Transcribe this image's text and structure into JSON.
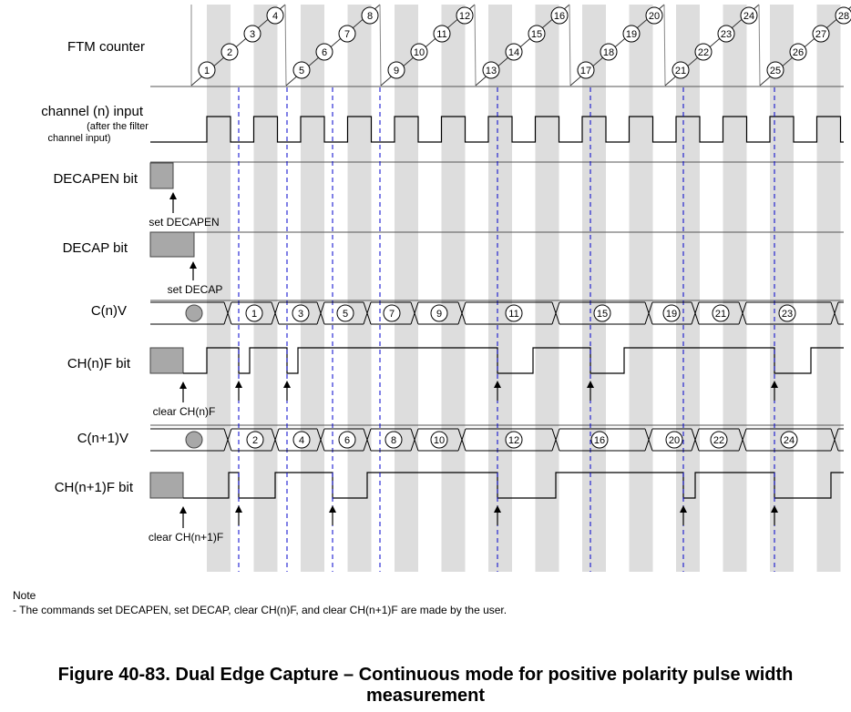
{
  "figure": {
    "caption_line1": "Figure 40-83. Dual Edge Capture – Continuous mode for positive polarity pulse width",
    "caption_line2": "measurement"
  },
  "signals": {
    "ftm_counter": "FTM counter",
    "channel_input": "channel (n) input",
    "channel_input_sub1": "(after the filter",
    "channel_input_sub2": "channel input)",
    "decapen": "DECAPEN bit",
    "decap": "DECAP bit",
    "cnv": "C(n)V",
    "chnf": "CH(n)F bit",
    "cn1v": "C(n+1)V",
    "chn1f": "CH(n+1)F bit"
  },
  "commands": {
    "set_decapen": "set DECAPEN",
    "set_decap": "set DECAP",
    "clear_chnf": "clear CH(n)F",
    "clear_chn1f": "clear CH(n+1)F"
  },
  "counter_values": [
    "1",
    "2",
    "3",
    "4",
    "5",
    "6",
    "7",
    "8",
    "9",
    "10",
    "11",
    "12",
    "13",
    "14",
    "15",
    "16",
    "17",
    "18",
    "19",
    "20",
    "21",
    "22",
    "23",
    "24",
    "25",
    "26",
    "27",
    "28"
  ],
  "cnv_values": [
    "1",
    "3",
    "5",
    "7",
    "9",
    "11",
    "15",
    "19",
    "21",
    "23"
  ],
  "cn1v_values": [
    "2",
    "4",
    "6",
    "8",
    "10",
    "12",
    "16",
    "20",
    "22",
    "24"
  ],
  "note": {
    "title": "Note",
    "text": "- The commands set DECAPEN, set DECAP, clear CH(n)F, and clear CH(n+1)F are made by the user."
  },
  "colors": {
    "shade": "#dddddd",
    "block": "#a8a8a8",
    "dash": "#0000cc",
    "line": "#000000"
  }
}
